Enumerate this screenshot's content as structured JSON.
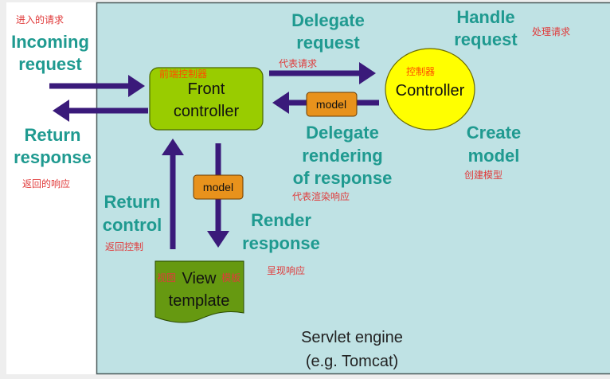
{
  "colors": {
    "panel": "#bfe2e4",
    "arrow": "#3a1a7a",
    "front_controller": "#99cc00",
    "controller": "#ffff00",
    "model": "#e8921c",
    "view": "#669911",
    "label": "#1f9a90",
    "annotation": "#e03a3a"
  },
  "incoming": {
    "zh": "进入的请求",
    "line1": "Incoming",
    "line2": "request"
  },
  "return_response": {
    "line1": "Return",
    "line2": "response",
    "zh": "返回的响应"
  },
  "front_controller": {
    "zh": "前端控制器",
    "line1": "Front",
    "line2": "controller"
  },
  "delegate_request": {
    "line1": "Delegate",
    "line2": "request",
    "zh": "代表请求"
  },
  "controller": {
    "zh": "控制器",
    "label": "Controller"
  },
  "handle_request": {
    "line1": "Handle",
    "line2": "request",
    "zh": "处理请求"
  },
  "model_label": "model",
  "delegate_rendering": {
    "line1": "Delegate",
    "line2": "rendering",
    "line3": "of response",
    "zh": "代表渲染响应"
  },
  "create_model": {
    "line1": "Create",
    "line2": "model",
    "zh": "创建模型"
  },
  "return_control": {
    "line1": "Return",
    "line2": "control",
    "zh": "返回控制"
  },
  "render_response": {
    "line1": "Render",
    "line2": "response",
    "zh": "呈现响应"
  },
  "view_template": {
    "zh_left": "视图",
    "line1": "View",
    "zh_right": "模板",
    "line2": "template"
  },
  "servlet_engine": {
    "line1": "Servlet engine",
    "line2": "(e.g. Tomcat)"
  }
}
